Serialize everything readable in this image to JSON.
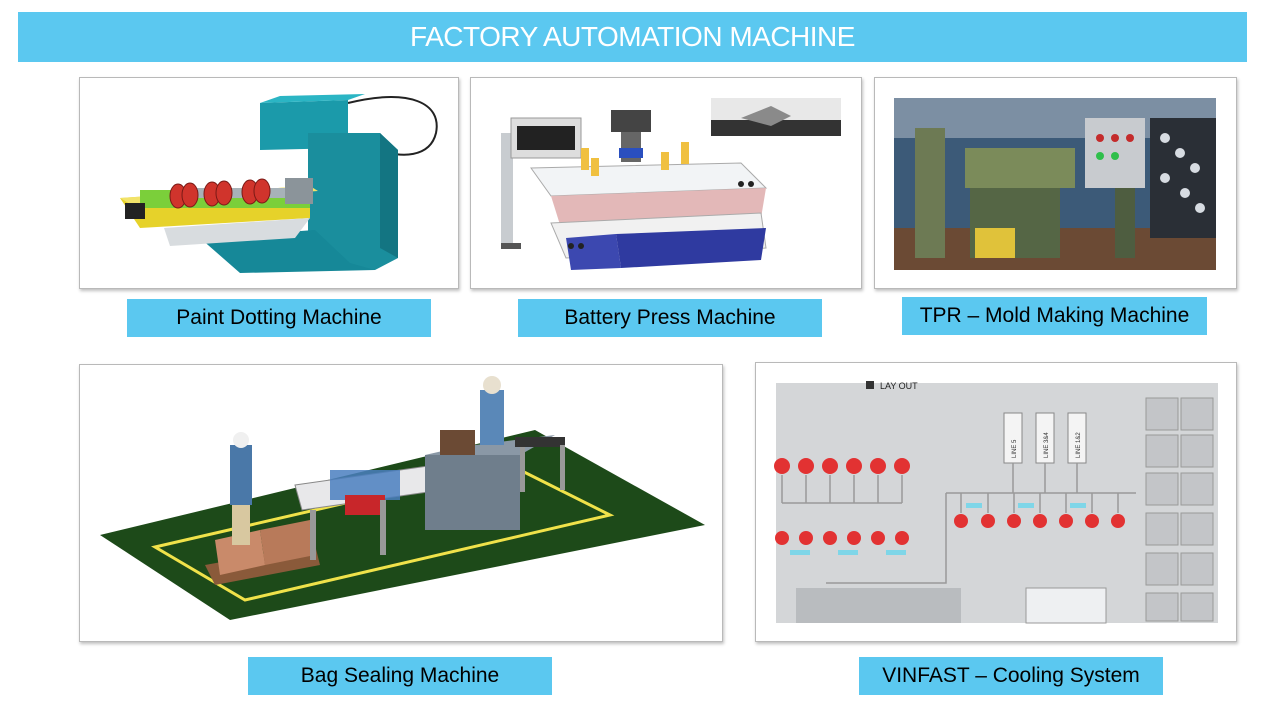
{
  "title": "FACTORY AUTOMATION MACHINE",
  "colors": {
    "accent": "#5bc8f0",
    "caption_text": "#000000",
    "title_text": "#ffffff"
  },
  "machines": [
    {
      "label": "Paint Dotting Machine",
      "image": "paint-dotting-machine-render"
    },
    {
      "label": "Battery Press Machine",
      "image": "battery-press-machine-render"
    },
    {
      "label": "TPR – Mold Making Machine",
      "image": "tpr-mold-making-machine-photo"
    },
    {
      "label": "Bag Sealing Machine",
      "image": "bag-sealing-machine-render"
    },
    {
      "label": "VINFAST – Cooling System",
      "image": "vinfast-cooling-system-hmi-screenshot"
    }
  ],
  "hmi": {
    "layout_label": "LAY OUT",
    "line_labels": [
      "LINE 5",
      "LINE 3&4",
      "LINE 1&2"
    ]
  }
}
